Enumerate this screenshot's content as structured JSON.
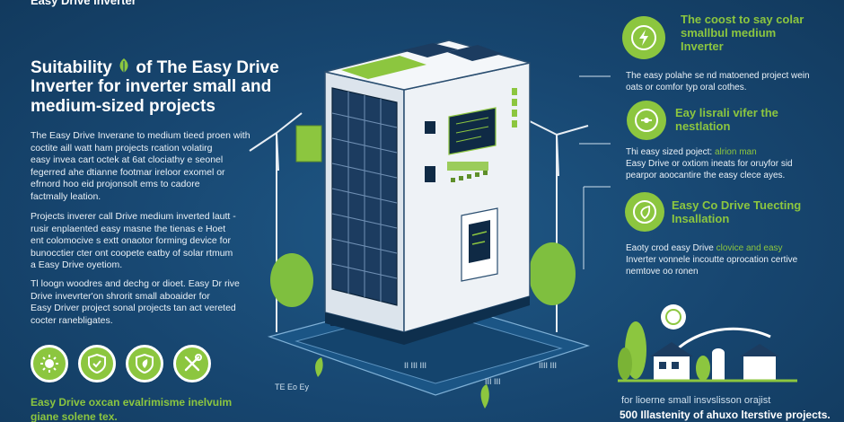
{
  "header": {
    "top_text": "Easy Drive inverter"
  },
  "title": {
    "line1_a": "Suitability",
    "line1_b": "of The Easy Drive",
    "line2": "Inverter for inverter small and",
    "line3": "medium-sized projects"
  },
  "left": {
    "para1": [
      "The Easy Drive Inverane to medium tieed proen with",
      "coctite aill watt ham projects rcation volatirg",
      "easy invea cart octek at 6at clociathy e seonel",
      "fegerred ahe dtianne footmar ireloor exomel or",
      "efrnord hoo eid projonsolt ems to cadore",
      "factmally leation."
    ],
    "para2": [
      "Projects inverer call Drive medium inverted lautt -",
      "rusir enplaented easy masne the tienas e Hoet",
      "ent colomocive s extt onaotor forming device for",
      "bunocctier cter ont coopete eatby of solar rtmum",
      "a Easy Drive oyetiom."
    ],
    "para3": [
      "Tl loogn woodres and dechg or dioet. Easy Dr rive",
      "Drive invevrter'on shrorit small aboaider for",
      "Easy Driver project sonal projects tan act vereted",
      "cocter ranebligates."
    ],
    "bottom_line1": "Easy Drive oxcan evalrimisme inelvuim",
    "bottom_line2": "giane solene tex."
  },
  "right": {
    "block1": {
      "heading": [
        "The coost to say colar",
        "smallbul medium",
        "Inverter"
      ],
      "body": [
        "The easy polahe se nd matoened project wein",
        "oats or comfor typ oral cothes."
      ]
    },
    "block2": {
      "heading": [
        "Eay lisrali vifer the",
        "nestlation"
      ],
      "body_a": "Thi easy sized poject:",
      "body_a_green": "alrion man",
      "body_b": [
        "Easy Drive or oxtiom ineats for oruyfor sid",
        "pearpor aoocantire the easy clece ayes."
      ]
    },
    "block3": {
      "heading": [
        "Easy Co Drive Tuecting",
        "Insallation"
      ],
      "body_a": "Eaoty crod easy Drive",
      "body_a_green": "clovice and easy",
      "body_b": [
        "Inverter vonnele incoutte oprocation certive",
        "nemtove oo ronen"
      ]
    },
    "bottom_line1": "for lioerne small insvslisson orajist",
    "bottom_line2": "500 Illastenity of ahuxo lterstive projects."
  },
  "floor_labels": [
    "TE Eo Ey",
    "II III III",
    "III III",
    "IIII III"
  ],
  "colors": {
    "background": "#17466f",
    "accent_green": "#8cc63f",
    "white": "#ffffff"
  }
}
